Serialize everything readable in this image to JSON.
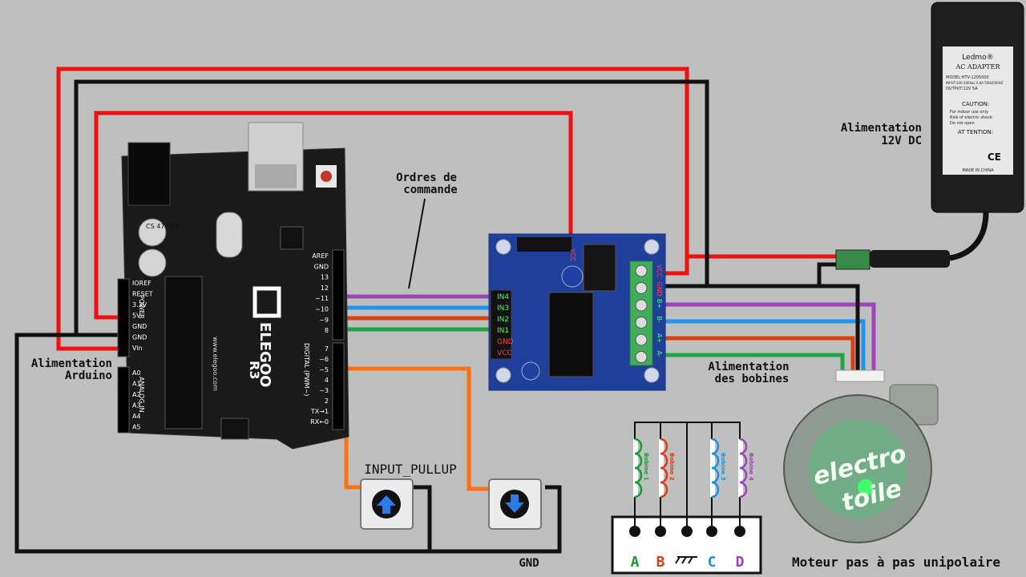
{
  "labels": {
    "alim_arduino_1": "Alimentation",
    "alim_arduino_2": "Arduino",
    "ordres_1": "Ordres de",
    "ordres_2": "commande",
    "alim_12v_1": "Alimentation",
    "alim_12v_2": "12V DC",
    "alim_bobines_1": "Alimentation",
    "alim_bobines_2": "des bobines",
    "input_pullup": "INPUT_PULLUP",
    "gnd": "GND",
    "moteur": "Moteur pas à pas unipolaire"
  },
  "arduino": {
    "brand": "ELEGOO",
    "model": "R3",
    "power_pins": [
      "IOREF",
      "RESET",
      "3.3V",
      "5V",
      "GND",
      "GND",
      "Vin"
    ],
    "power_header": "POWER",
    "analog_pins": [
      "A0",
      "A1",
      "A2",
      "A3",
      "A4",
      "A5"
    ],
    "analog_header": "ANALOG IN",
    "digital_pins": [
      "AREF",
      "GND",
      "13",
      "12",
      "~11",
      "~10",
      "~9",
      "8",
      "7",
      "~6",
      "~5",
      "4",
      "~3",
      "2",
      "TX→1",
      "RX←0"
    ],
    "digital_header": "DIGITAL (PWM~)",
    "cap_label": "CS 47 25V",
    "web": "www.elegoo.com"
  },
  "driver": {
    "inputs": [
      "IN4",
      "IN3",
      "IN2",
      "IN1",
      "GND",
      "VCC"
    ],
    "outputs": [
      "VCC",
      "GND",
      "B+",
      "B-",
      "A+",
      "A-"
    ],
    "top_label": "VCC"
  },
  "adapter": {
    "brand": "Ledmo®",
    "title": "AC ADAPTER",
    "model": "MODEL:HTV-1205000",
    "input": "INPUT:100-240Vac 0.8A 50HZ/60HZ",
    "output": "OUTPUT:12V 5A",
    "caution": "CAUTION:",
    "caution_1": "For indoor use only",
    "caution_2": "Risk of electric shock",
    "caution_3": "Do not open",
    "attention": "AT TENTION:",
    "made_in": "MADE IN CHINA",
    "marks": "CE"
  },
  "coils": {
    "names": [
      "Bobine 1",
      "Bobine 2",
      "Bobine 3",
      "Bobine 4"
    ],
    "terminals": [
      "A",
      "B",
      "",
      "C",
      "D"
    ],
    "colors": [
      "#1a9a30",
      "#d0401a",
      "",
      "#2090e0",
      "#a040c0"
    ]
  },
  "logo": {
    "line1": "electro",
    "line2": "toile"
  },
  "colors": {
    "red": "#ee1111",
    "black": "#111111",
    "purple": "#9b45b8",
    "blue": "#1e96f0",
    "orange_red": "#d84315",
    "green": "#1ea545",
    "orange": "#ff7010"
  }
}
